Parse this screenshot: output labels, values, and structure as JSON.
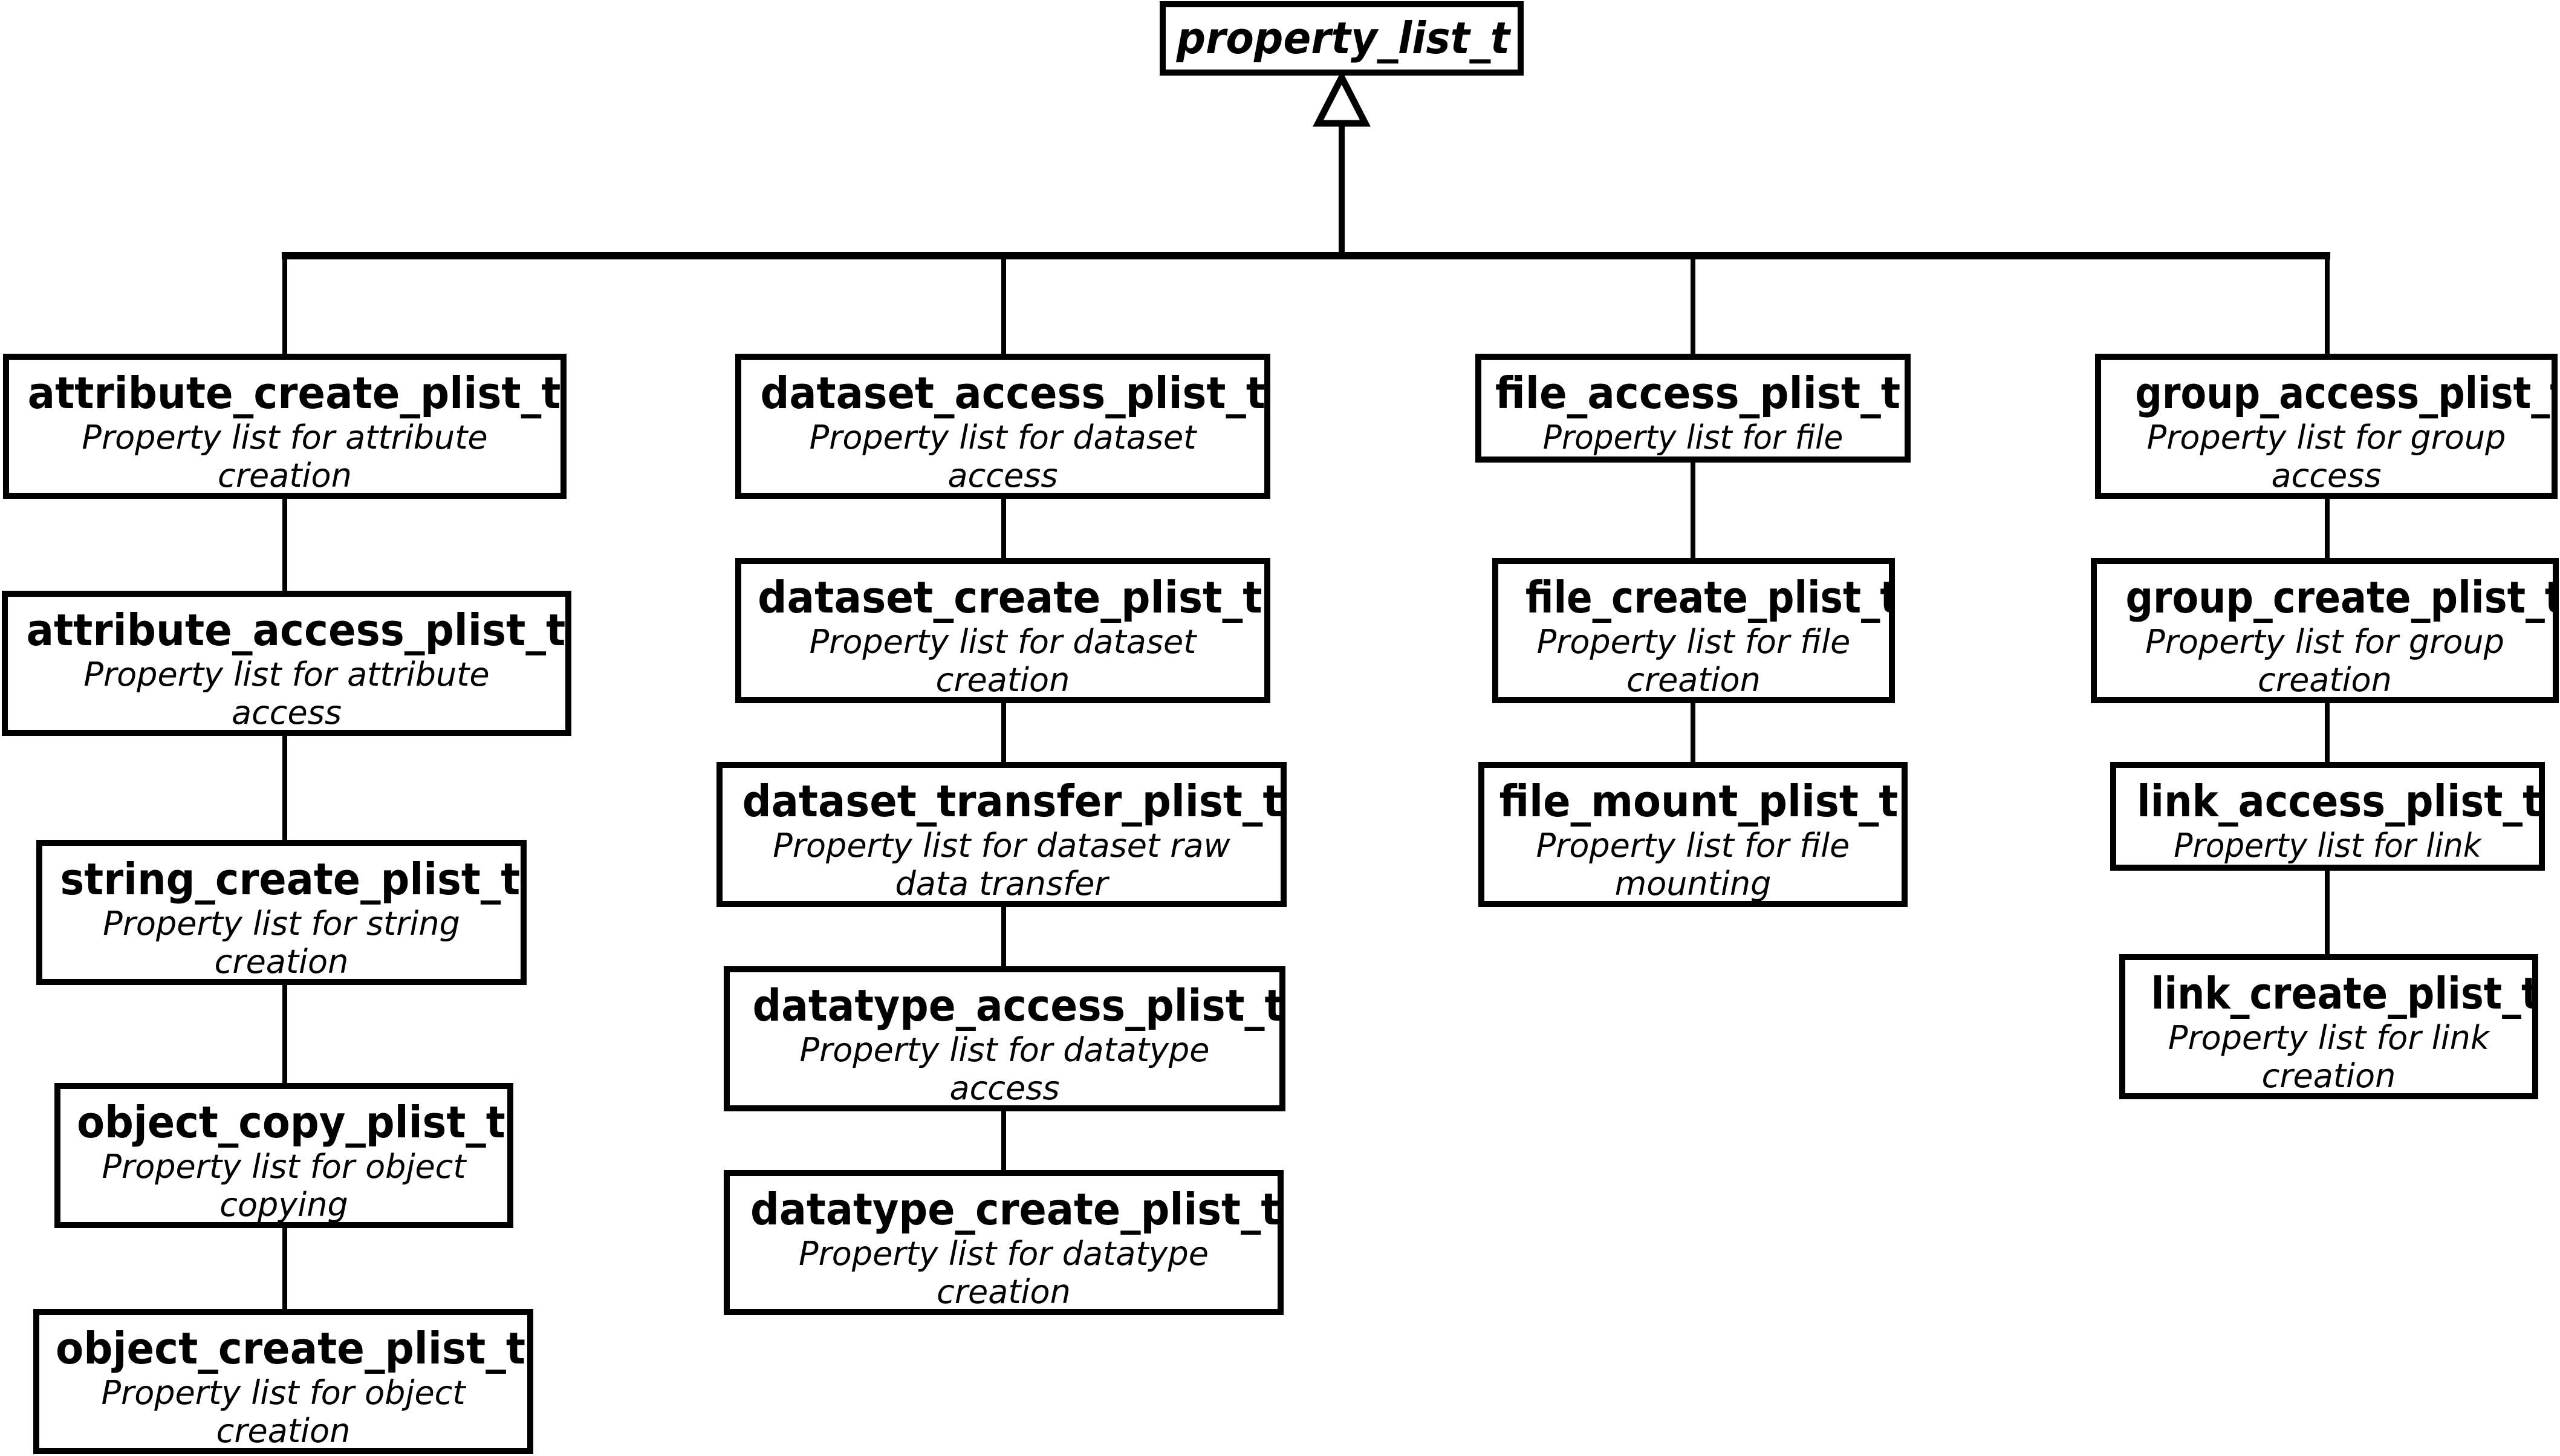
{
  "diagram": {
    "root": {
      "title": "property_list_t"
    },
    "nodes": {
      "attribute_create": {
        "title": "attribute_create_plist_t",
        "desc": "Property list for attribute\ncreation"
      },
      "attribute_access": {
        "title": "attribute_access_plist_t",
        "desc": "Property list for attribute\naccess"
      },
      "string_create": {
        "title": "string_create_plist_t",
        "desc": "Property list for string\ncreation"
      },
      "object_copy": {
        "title": "object_copy_plist_t",
        "desc": "Property list for object\ncopying"
      },
      "object_create": {
        "title": "object_create_plist_t",
        "desc": "Property list for object\ncreation"
      },
      "dataset_access": {
        "title": "dataset_access_plist_t",
        "desc": "Property list for dataset\naccess"
      },
      "dataset_create": {
        "title": "dataset_create_plist_t",
        "desc": "Property list for dataset\ncreation"
      },
      "dataset_transfer": {
        "title": "dataset_transfer_plist_t",
        "desc": "Property list for dataset raw\ndata transfer"
      },
      "datatype_access": {
        "title": "datatype_access_plist_t",
        "desc": "Property list for datatype\naccess"
      },
      "datatype_create": {
        "title": "datatype_create_plist_t",
        "desc": "Property list for datatype\ncreation"
      },
      "file_access": {
        "title": "file_access_plist_t",
        "desc": "Property list for file access"
      },
      "file_create": {
        "title": "file_create_plist_t",
        "desc": "Property list for file\ncreation"
      },
      "file_mount": {
        "title": "file_mount_plist_t",
        "desc": "Property list for file\nmounting"
      },
      "group_access": {
        "title": "group_access_plist_t",
        "desc": "Property list for group\naccess"
      },
      "group_create": {
        "title": "group_create_plist_t",
        "desc": "Property list for group\ncreation"
      },
      "link_access": {
        "title": "link_access_plist_t",
        "desc": "Property list for link access"
      },
      "link_create": {
        "title": "link_create_plist_t",
        "desc": "Property list for link\ncreation"
      }
    }
  }
}
